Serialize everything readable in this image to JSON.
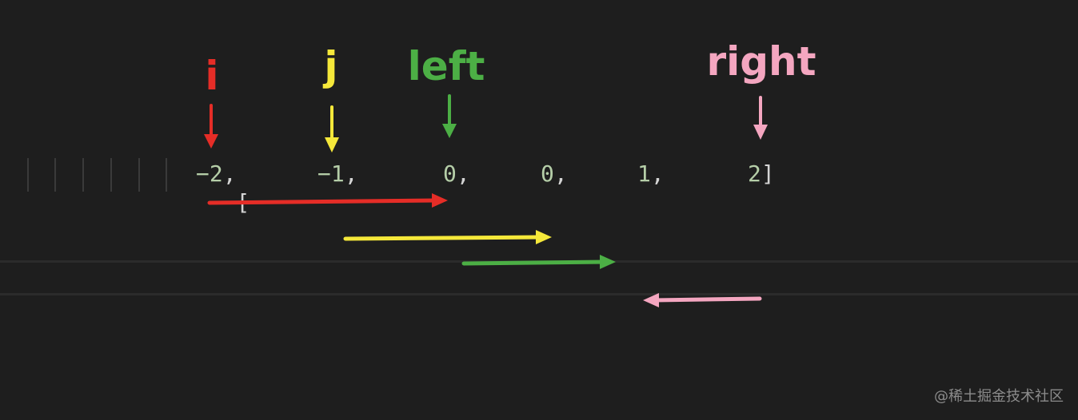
{
  "pointers": [
    {
      "id": "i",
      "label": "i",
      "color": "#e52d27"
    },
    {
      "id": "j",
      "label": "j",
      "color": "#f5e83a"
    },
    {
      "id": "left",
      "label": "left",
      "color": "#4caf45"
    },
    {
      "id": "right",
      "label": "right",
      "color": "#f4a6c0"
    }
  ],
  "array": {
    "open": "[",
    "close": "]",
    "separator": ",",
    "elements": [
      "−2",
      "−1",
      "0",
      "0",
      "1",
      "2"
    ]
  },
  "watermark": "@稀土掘金技术社区"
}
